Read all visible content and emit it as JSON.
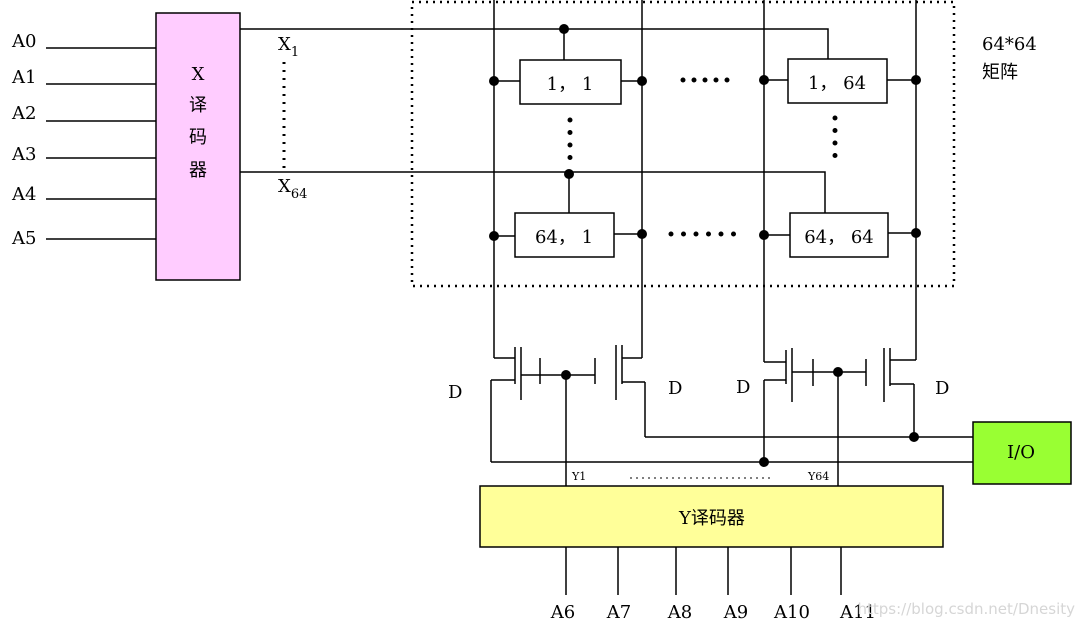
{
  "address_inputs_x": [
    "A0",
    "A1",
    "A2",
    "A3",
    "A4",
    "A5"
  ],
  "address_inputs_y": [
    "A6",
    "A7",
    "A8",
    "A9",
    "A10",
    "A11"
  ],
  "x_decoder": {
    "chars": [
      "X",
      "译",
      "码",
      "器"
    ],
    "color": "#ffccff"
  },
  "x_lines": {
    "first": "X",
    "first_sub": "1",
    "last": "X",
    "last_sub": "64"
  },
  "matrix": {
    "line1": "64*64",
    "line2": "矩阵"
  },
  "cells": {
    "top_left": "1， 1",
    "top_right": "1， 64",
    "bottom_left": "64， 1",
    "bottom_right": "64， 64"
  },
  "transistor_labels": [
    "D",
    "D",
    "D",
    "D"
  ],
  "y_select": {
    "first": "Y1",
    "last": "Y64"
  },
  "y_decoder": {
    "label": "Y译码器",
    "color": "#ffff99"
  },
  "io": {
    "label": "I/O",
    "color": "#99ff33"
  },
  "watermark": "https://blog.csdn.net/Dnesity"
}
